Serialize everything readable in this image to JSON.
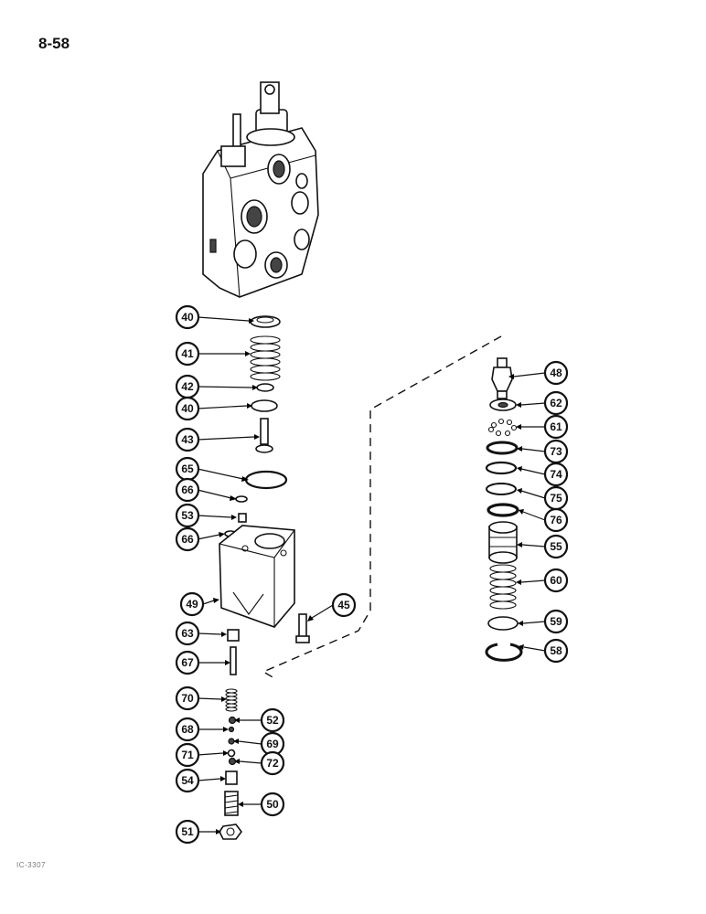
{
  "page": {
    "page_number": "8-58",
    "figure_reference": "IC-3307"
  },
  "callouts": {
    "c40a": "40",
    "c41": "41",
    "c42": "42",
    "c40b": "40",
    "c43": "43",
    "c65": "65",
    "c66a": "66",
    "c53": "53",
    "c66b": "66",
    "c49": "49",
    "c45": "45",
    "c63": "63",
    "c67": "67",
    "c70": "70",
    "c52": "52",
    "c68": "68",
    "c69": "69",
    "c71": "71",
    "c72": "72",
    "c54": "54",
    "c50": "50",
    "c51": "51",
    "c48": "48",
    "c62": "62",
    "c61": "61",
    "c73": "73",
    "c74": "74",
    "c75": "75",
    "c76": "76",
    "c55": "55",
    "c60": "60",
    "c59": "59",
    "c58": "58"
  }
}
